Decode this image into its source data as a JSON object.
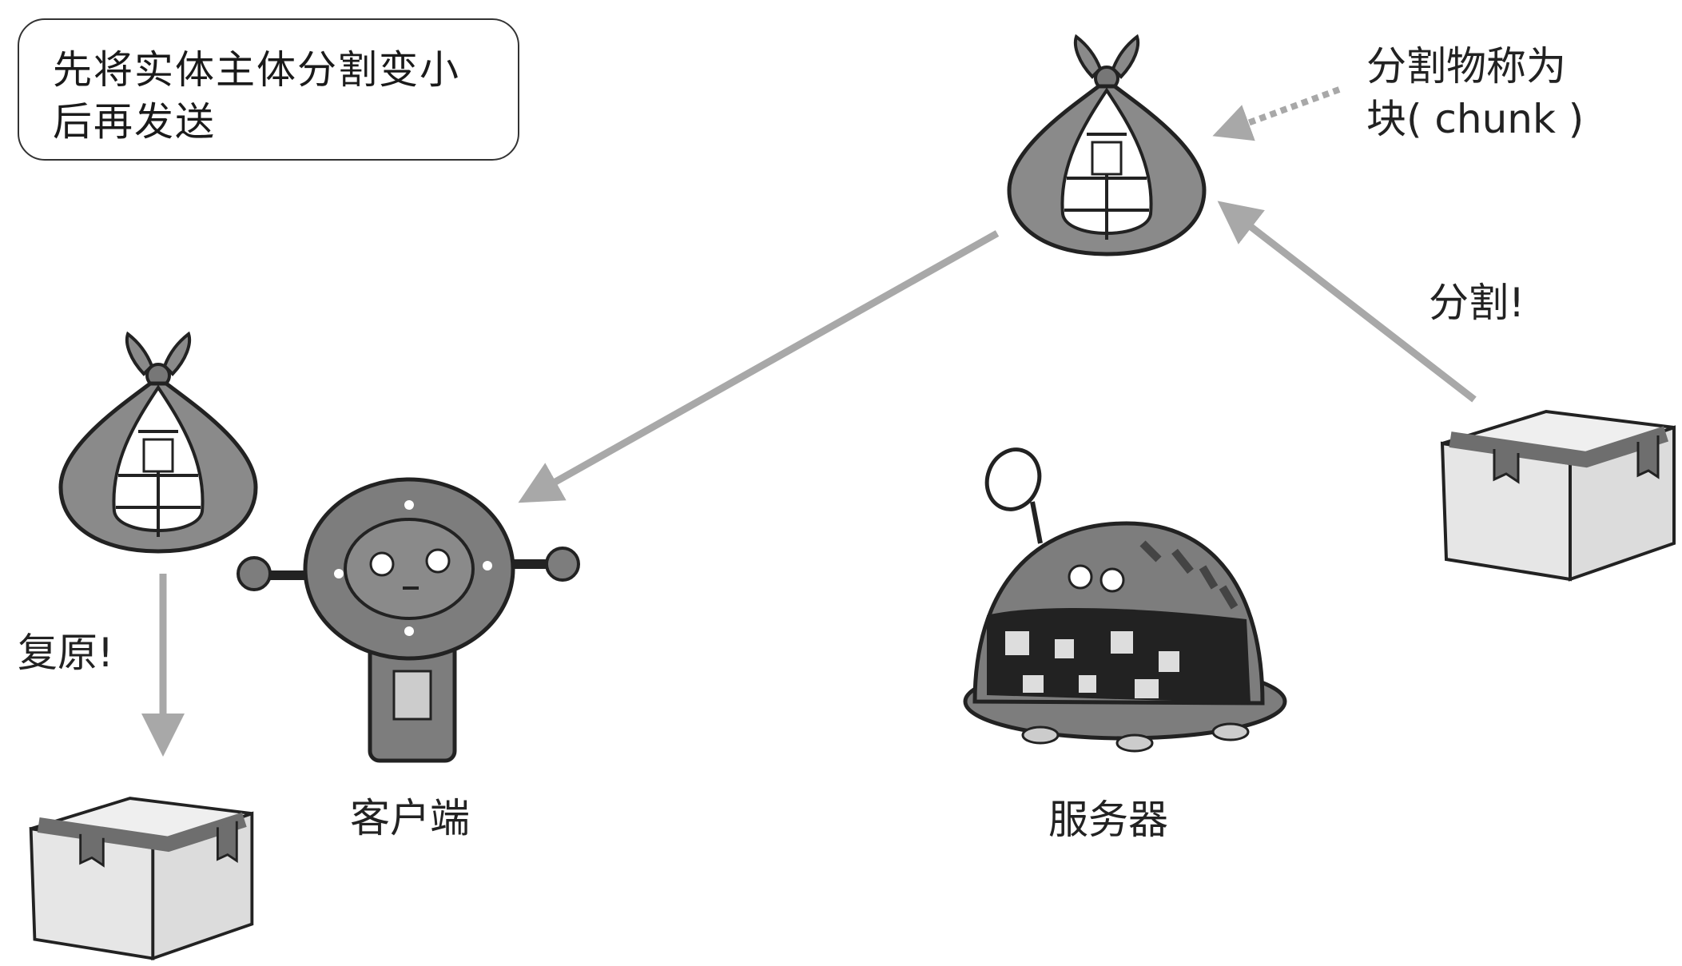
{
  "note": {
    "line1": "先将实体主体分割变小",
    "line2": "后再发送"
  },
  "labels": {
    "chunk_line1": "分割物称为",
    "chunk_line2": "块( chunk )",
    "split": "分割!",
    "restore": "复原!",
    "client": "客户端",
    "server": "服务器"
  },
  "colors": {
    "arrow": "#a8a8a8",
    "bundle": "#8a8a8a",
    "box": "#e6e6e6",
    "tape": "#6e6e6e",
    "robot": "#7d7d7d",
    "screen": "#222222"
  }
}
